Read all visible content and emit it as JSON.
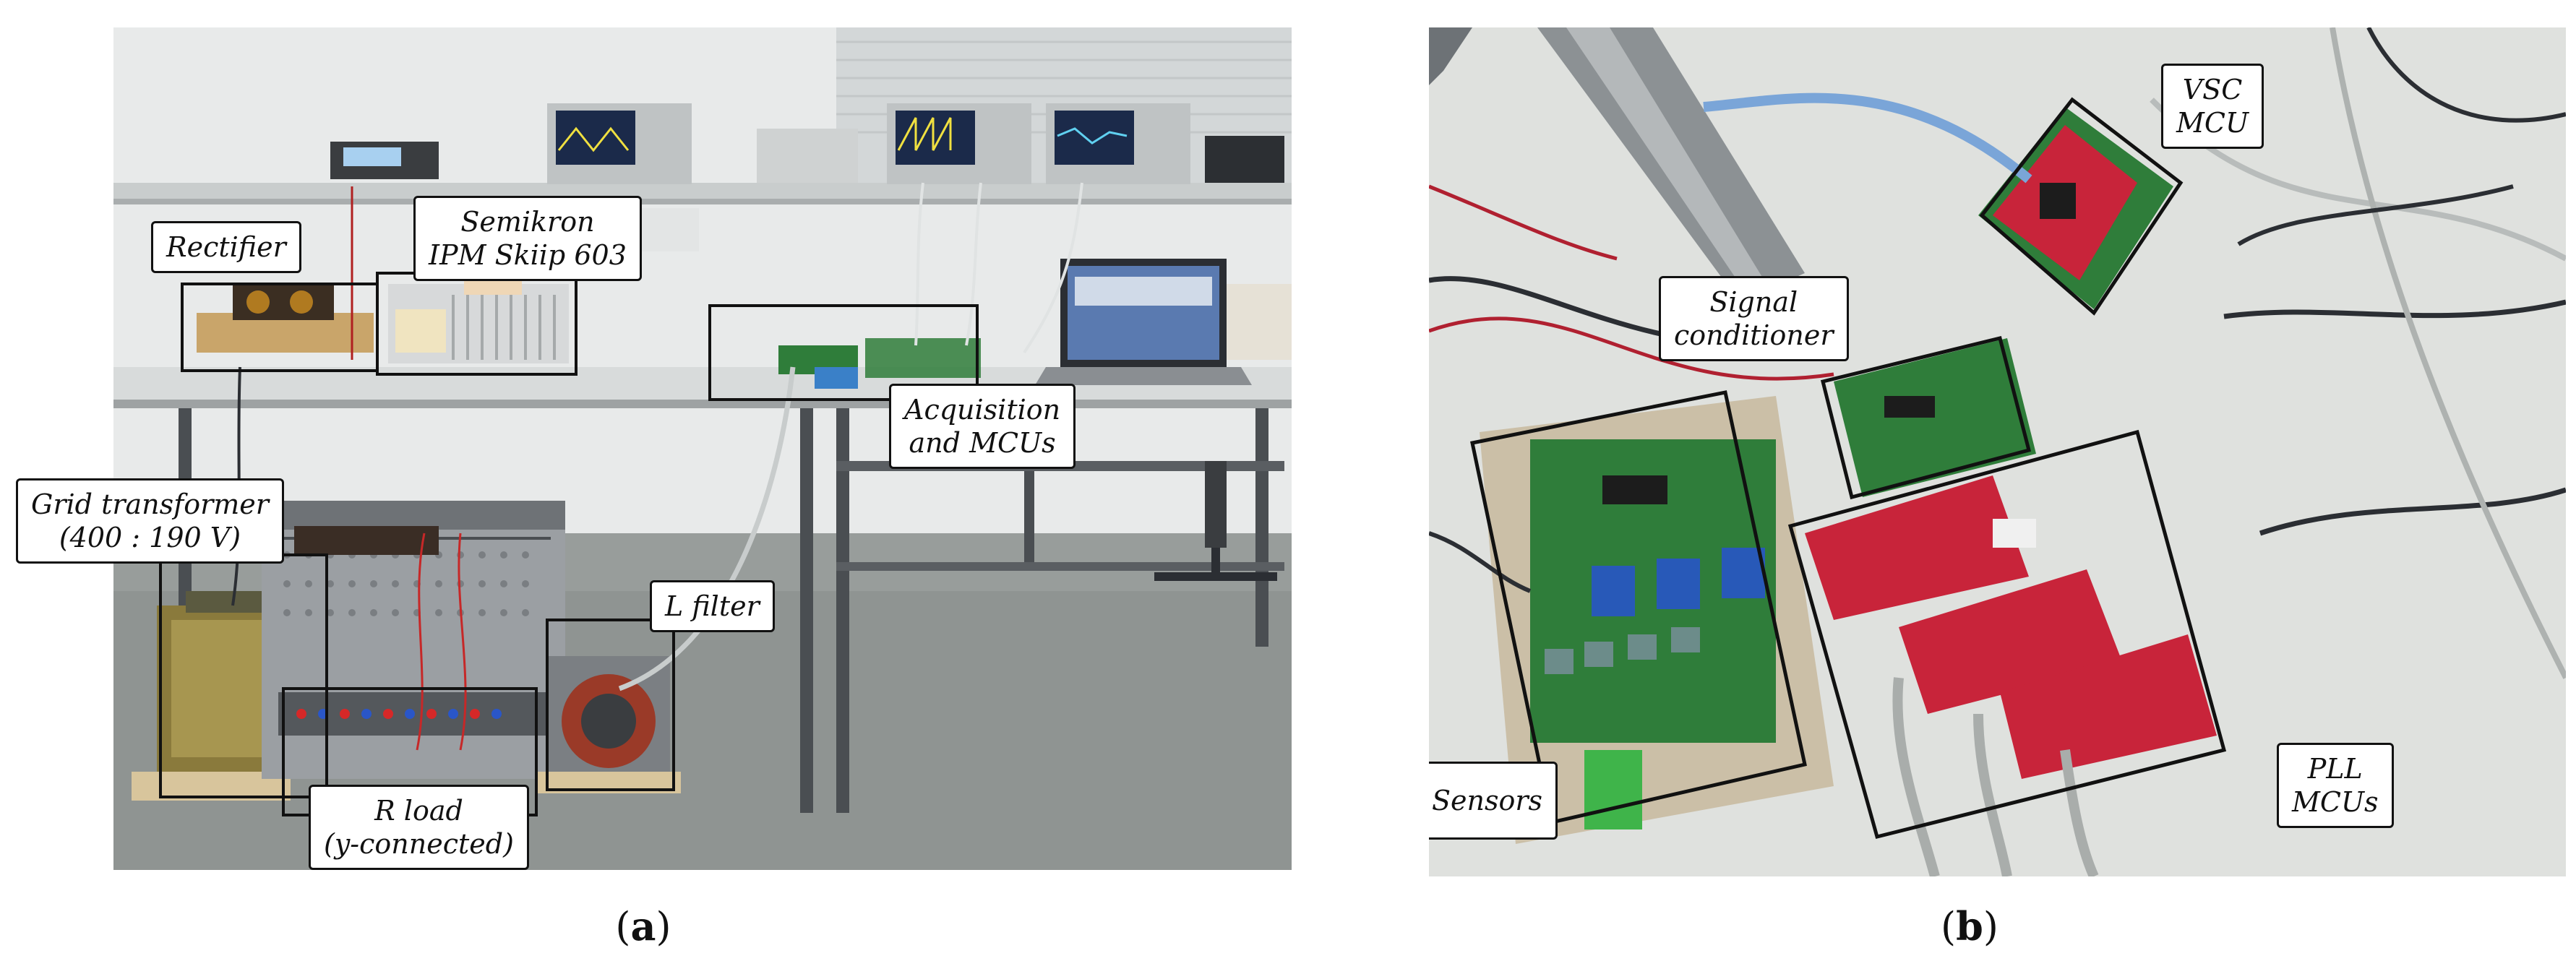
{
  "panel_a": {
    "labels": {
      "rectifier": "Rectifier",
      "semikron_1": "Semikron",
      "semikron_2": "IPM Skiip 603",
      "grid_1": "Grid transformer",
      "grid_2": "(400 : 190  V)",
      "acq_1": "Acquisition",
      "acq_2": "and MCUs",
      "lfilter": "L filter",
      "rload_1": "R load",
      "rload_2": "(y-connected)"
    },
    "caption": {
      "open": "(",
      "letter": "a",
      "close": ")"
    }
  },
  "panel_b": {
    "labels": {
      "vsc_1": "VSC",
      "vsc_2": "MCU",
      "signal_1": "Signal",
      "signal_2": "conditioner",
      "sensors": "Sensors",
      "pll_1": "PLL",
      "pll_2": "MCUs"
    },
    "caption": {
      "open": "(",
      "letter": "b",
      "close": ")"
    }
  },
  "colors": {
    "pcb_green": "#2f7d3a",
    "pcb_red": "#c8243a",
    "floor": "#8d9290",
    "table": "#d9dcdc",
    "cable_dark": "#2b2e33"
  }
}
